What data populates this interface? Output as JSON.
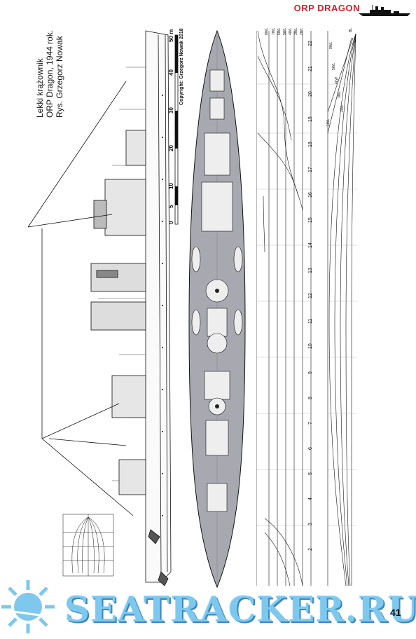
{
  "header": {
    "title": "ORP DRAGON",
    "accent_color": "#d2202a"
  },
  "caption": {
    "line1": "Lekki krążownik",
    "line2": "ORP Dragon, 1944 rok.",
    "line3": "Rys. Grzegorz Nowak"
  },
  "copyright": "Copyright: Grzegorz Nowak 2018",
  "scale": {
    "labels": [
      "0",
      "5",
      "10",
      "20",
      "30",
      "40",
      "50 m"
    ]
  },
  "body_plan": {
    "station_numbers": [
      "22",
      "21",
      "20",
      "19",
      "18",
      "17",
      "16",
      "15",
      "14",
      "13",
      "12",
      "11",
      "10",
      "9",
      "8",
      "7",
      "6",
      "5",
      "4",
      "3",
      "2"
    ],
    "waterlines": [
      "8WL",
      "7WL",
      "6WL",
      "5WL",
      "4WL",
      "3WL",
      "2WL",
      "1WL"
    ]
  },
  "half_breadth": {
    "labels": [
      "9WL",
      "5WL",
      "4LW",
      "3WL",
      "2WL",
      "1WL",
      "BL"
    ]
  },
  "page_number": "41",
  "watermark": {
    "text": "SEATRACKER.RU",
    "color": "#7ec8ee"
  }
}
